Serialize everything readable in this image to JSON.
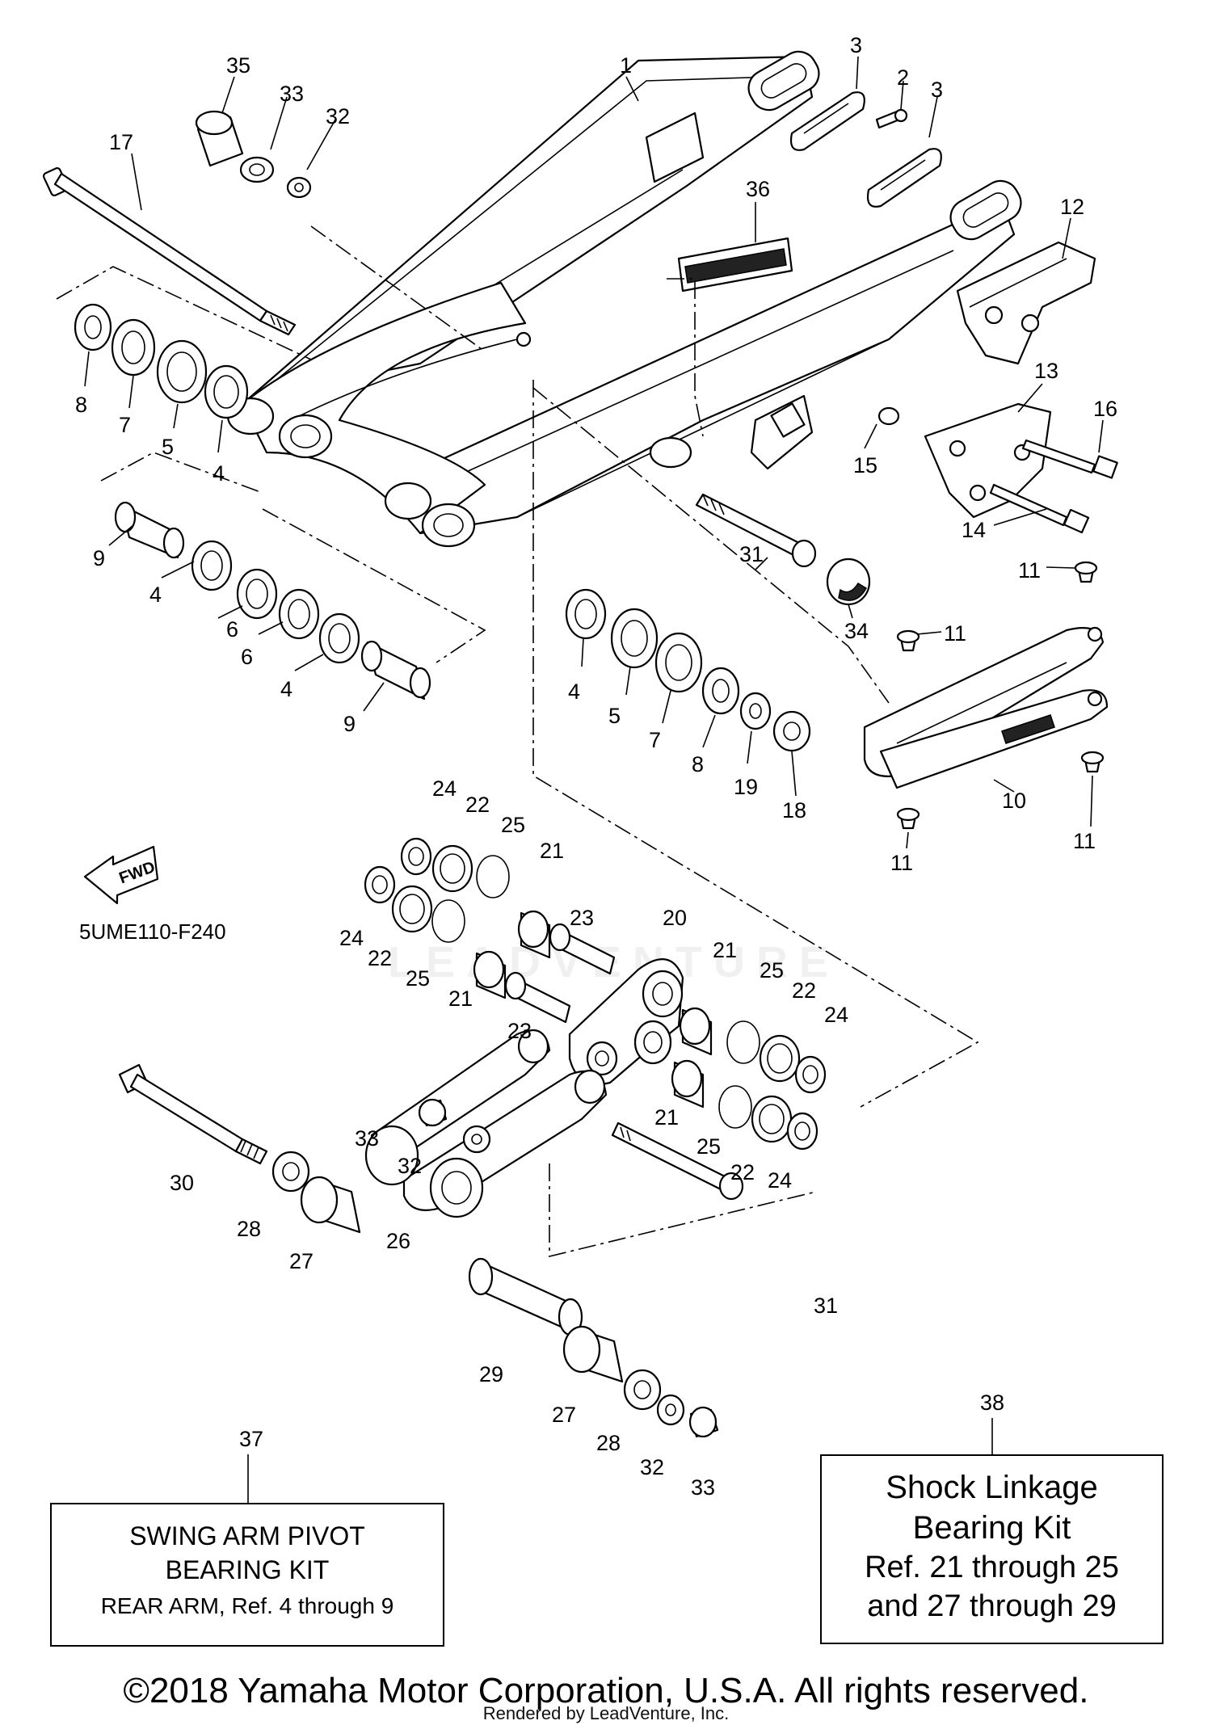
{
  "diagram_code": "5UME110-F240",
  "fwd_label": "FWD",
  "watermark": "LEADVENTURE",
  "callouts": [
    "1",
    "2",
    "3",
    "3",
    "4",
    "4",
    "4",
    "4",
    "5",
    "5",
    "6",
    "6",
    "7",
    "7",
    "8",
    "8",
    "9",
    "9",
    "10",
    "11",
    "11",
    "11",
    "11",
    "12",
    "13",
    "14",
    "15",
    "16",
    "17",
    "18",
    "19",
    "20",
    "21",
    "21",
    "21",
    "21",
    "22",
    "22",
    "22",
    "22",
    "23",
    "23",
    "24",
    "24",
    "24",
    "24",
    "25",
    "25",
    "25",
    "25",
    "26",
    "27",
    "27",
    "28",
    "28",
    "29",
    "30",
    "31",
    "31",
    "32",
    "32",
    "32",
    "33",
    "33",
    "33",
    "34",
    "35",
    "36",
    "37",
    "38"
  ],
  "kit_37": {
    "line1": "SWING ARM PIVOT",
    "line2": "BEARING KIT",
    "line3": "REAR ARM, Ref. 4 through 9"
  },
  "kit_38": {
    "line1": "Shock Linkage",
    "line2": "Bearing Kit",
    "line3": "Ref. 21 through 25",
    "line4": "and 27 through 29"
  },
  "copyright": "©2018 Yamaha Motor Corporation, U.S.A. All rights reserved.",
  "rendered_by": "Rendered by LeadVenture, Inc."
}
